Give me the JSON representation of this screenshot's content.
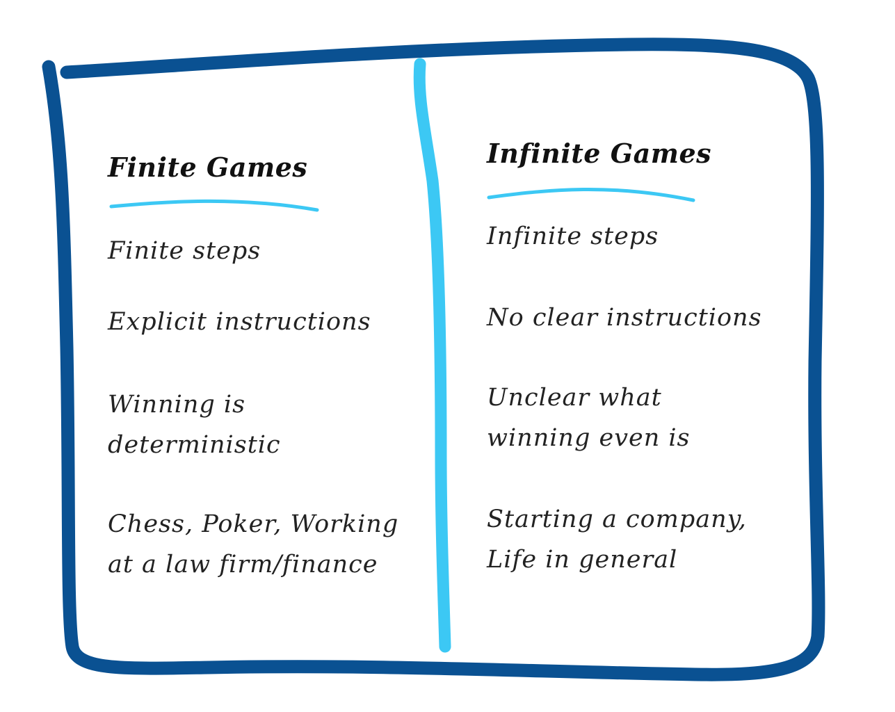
{
  "colors": {
    "frame": "#0a5192",
    "divider": "#3cc8f4",
    "underline": "#3cc8f4",
    "text": "#1a1a1a"
  },
  "left": {
    "heading": "Finite Games",
    "items": [
      {
        "lines": [
          "Finite steps"
        ]
      },
      {
        "lines": [
          "Explicit instructions"
        ]
      },
      {
        "lines": [
          "Winning is",
          "deterministic"
        ]
      },
      {
        "lines": [
          "Chess, Poker, Working",
          "at a law firm/finance"
        ]
      }
    ]
  },
  "right": {
    "heading": "Infinite Games",
    "items": [
      {
        "lines": [
          "Infinite steps"
        ]
      },
      {
        "lines": [
          "No clear instructions"
        ]
      },
      {
        "lines": [
          "Unclear what",
          "winning even is"
        ]
      },
      {
        "lines": [
          "Starting a company,",
          "Life in general"
        ]
      }
    ]
  }
}
